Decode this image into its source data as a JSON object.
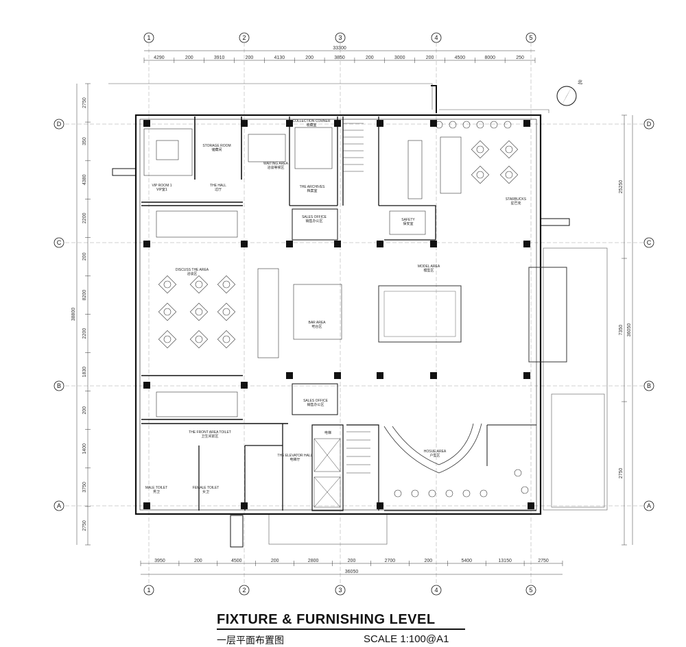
{
  "grid": {
    "columns": [
      "1",
      "2",
      "3",
      "4",
      "5"
    ],
    "rows": [
      "D",
      "C",
      "B",
      "A"
    ]
  },
  "dimensions": {
    "top_total": "33300",
    "top_segments": [
      "4290",
      "200",
      "3910",
      "200",
      "4130",
      "200",
      "3850",
      "200",
      "3000",
      "200",
      "4500",
      "8000",
      "250"
    ],
    "bottom_total": "36050",
    "bottom_segments": [
      "3950",
      "200",
      "4500",
      "200",
      "2800",
      "200",
      "2700",
      "200",
      "5400",
      "13150",
      "2750"
    ],
    "left_total": "38800",
    "left_segments": [
      "2750",
      "350",
      "4380",
      "2200",
      "200",
      "8200",
      "2200",
      "1830",
      "200",
      "1400",
      "3750",
      "2750"
    ],
    "right_total": "36050",
    "right_segments": [
      "25250",
      "7350",
      "2750"
    ]
  },
  "rooms": [
    {
      "id": "vip",
      "en": "VIP ROOM 1",
      "cn": "VIP室1"
    },
    {
      "id": "storage",
      "en": "STORAGE ROOM",
      "cn": "储藏间"
    },
    {
      "id": "hall",
      "en": "THE HALL",
      "cn": "过厅"
    },
    {
      "id": "waiting",
      "en": "WAITING AREA",
      "cn": "洽谈等候区"
    },
    {
      "id": "collection",
      "en": "COLLECTION CORNER",
      "cn": "收藏室"
    },
    {
      "id": "archives",
      "en": "THE ARCHIVES",
      "cn": "档案室"
    },
    {
      "id": "sales-office-n",
      "en": "SALES OFFICE",
      "cn": "销售办公区"
    },
    {
      "id": "safety",
      "en": "SAFETY",
      "cn": "保安室"
    },
    {
      "id": "starbucks",
      "en": "STARBUCKS",
      "cn": "星巴克"
    },
    {
      "id": "model",
      "en": "MODEL AREA",
      "cn": "模型区"
    },
    {
      "id": "discuss",
      "en": "DISCUSS THE AREA",
      "cn": "洽谈区"
    },
    {
      "id": "bar",
      "en": "BAR AREA",
      "cn": "吧台区"
    },
    {
      "id": "sales-office-s",
      "en": "SALES OFFICE",
      "cn": "销售办公区"
    },
    {
      "id": "front-toilet",
      "en": "THE FRONT AREA TOILET",
      "cn": "卫生间前区"
    },
    {
      "id": "male-toilet",
      "en": "MALE TOILET",
      "cn": "男卫"
    },
    {
      "id": "female-toilet",
      "en": "FEMALE TOILET",
      "cn": "女卫"
    },
    {
      "id": "elevator-hall",
      "en": "THE ELEVATOR HALL",
      "cn": "电梯厅"
    },
    {
      "id": "elevator",
      "en": "",
      "cn": "电梯"
    },
    {
      "id": "hosue",
      "en": "HOSUE AREA",
      "cn": "户型区"
    }
  ],
  "caption": {
    "title": "FIXTURE & FURNISHING LEVEL",
    "subtitle": "一层平面布置图",
    "scale": "SCALE  1:100@A1"
  },
  "north_label": "北"
}
